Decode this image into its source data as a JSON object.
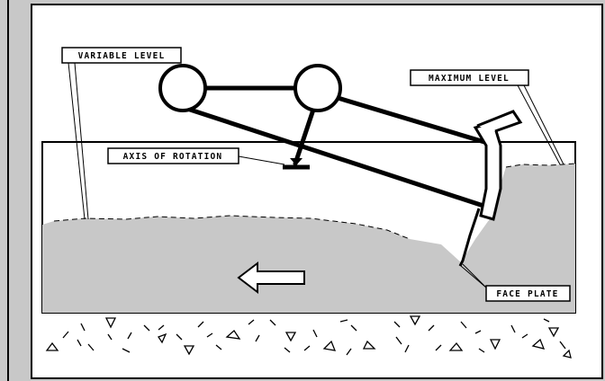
{
  "labels": {
    "variable_level": "VARIABLE LEVEL",
    "maximum_level": "MAXIMUM LEVEL",
    "axis_of_rotation": "AXIS OF ROTATION",
    "face_plate": "FACE PLATE"
  },
  "colors": {
    "water": "#c8c8c8",
    "ink": "#000000",
    "paper": "#ffffff"
  },
  "icons": {
    "flow": "left-arrow-icon",
    "pivot": "axis-pivot-icon"
  }
}
